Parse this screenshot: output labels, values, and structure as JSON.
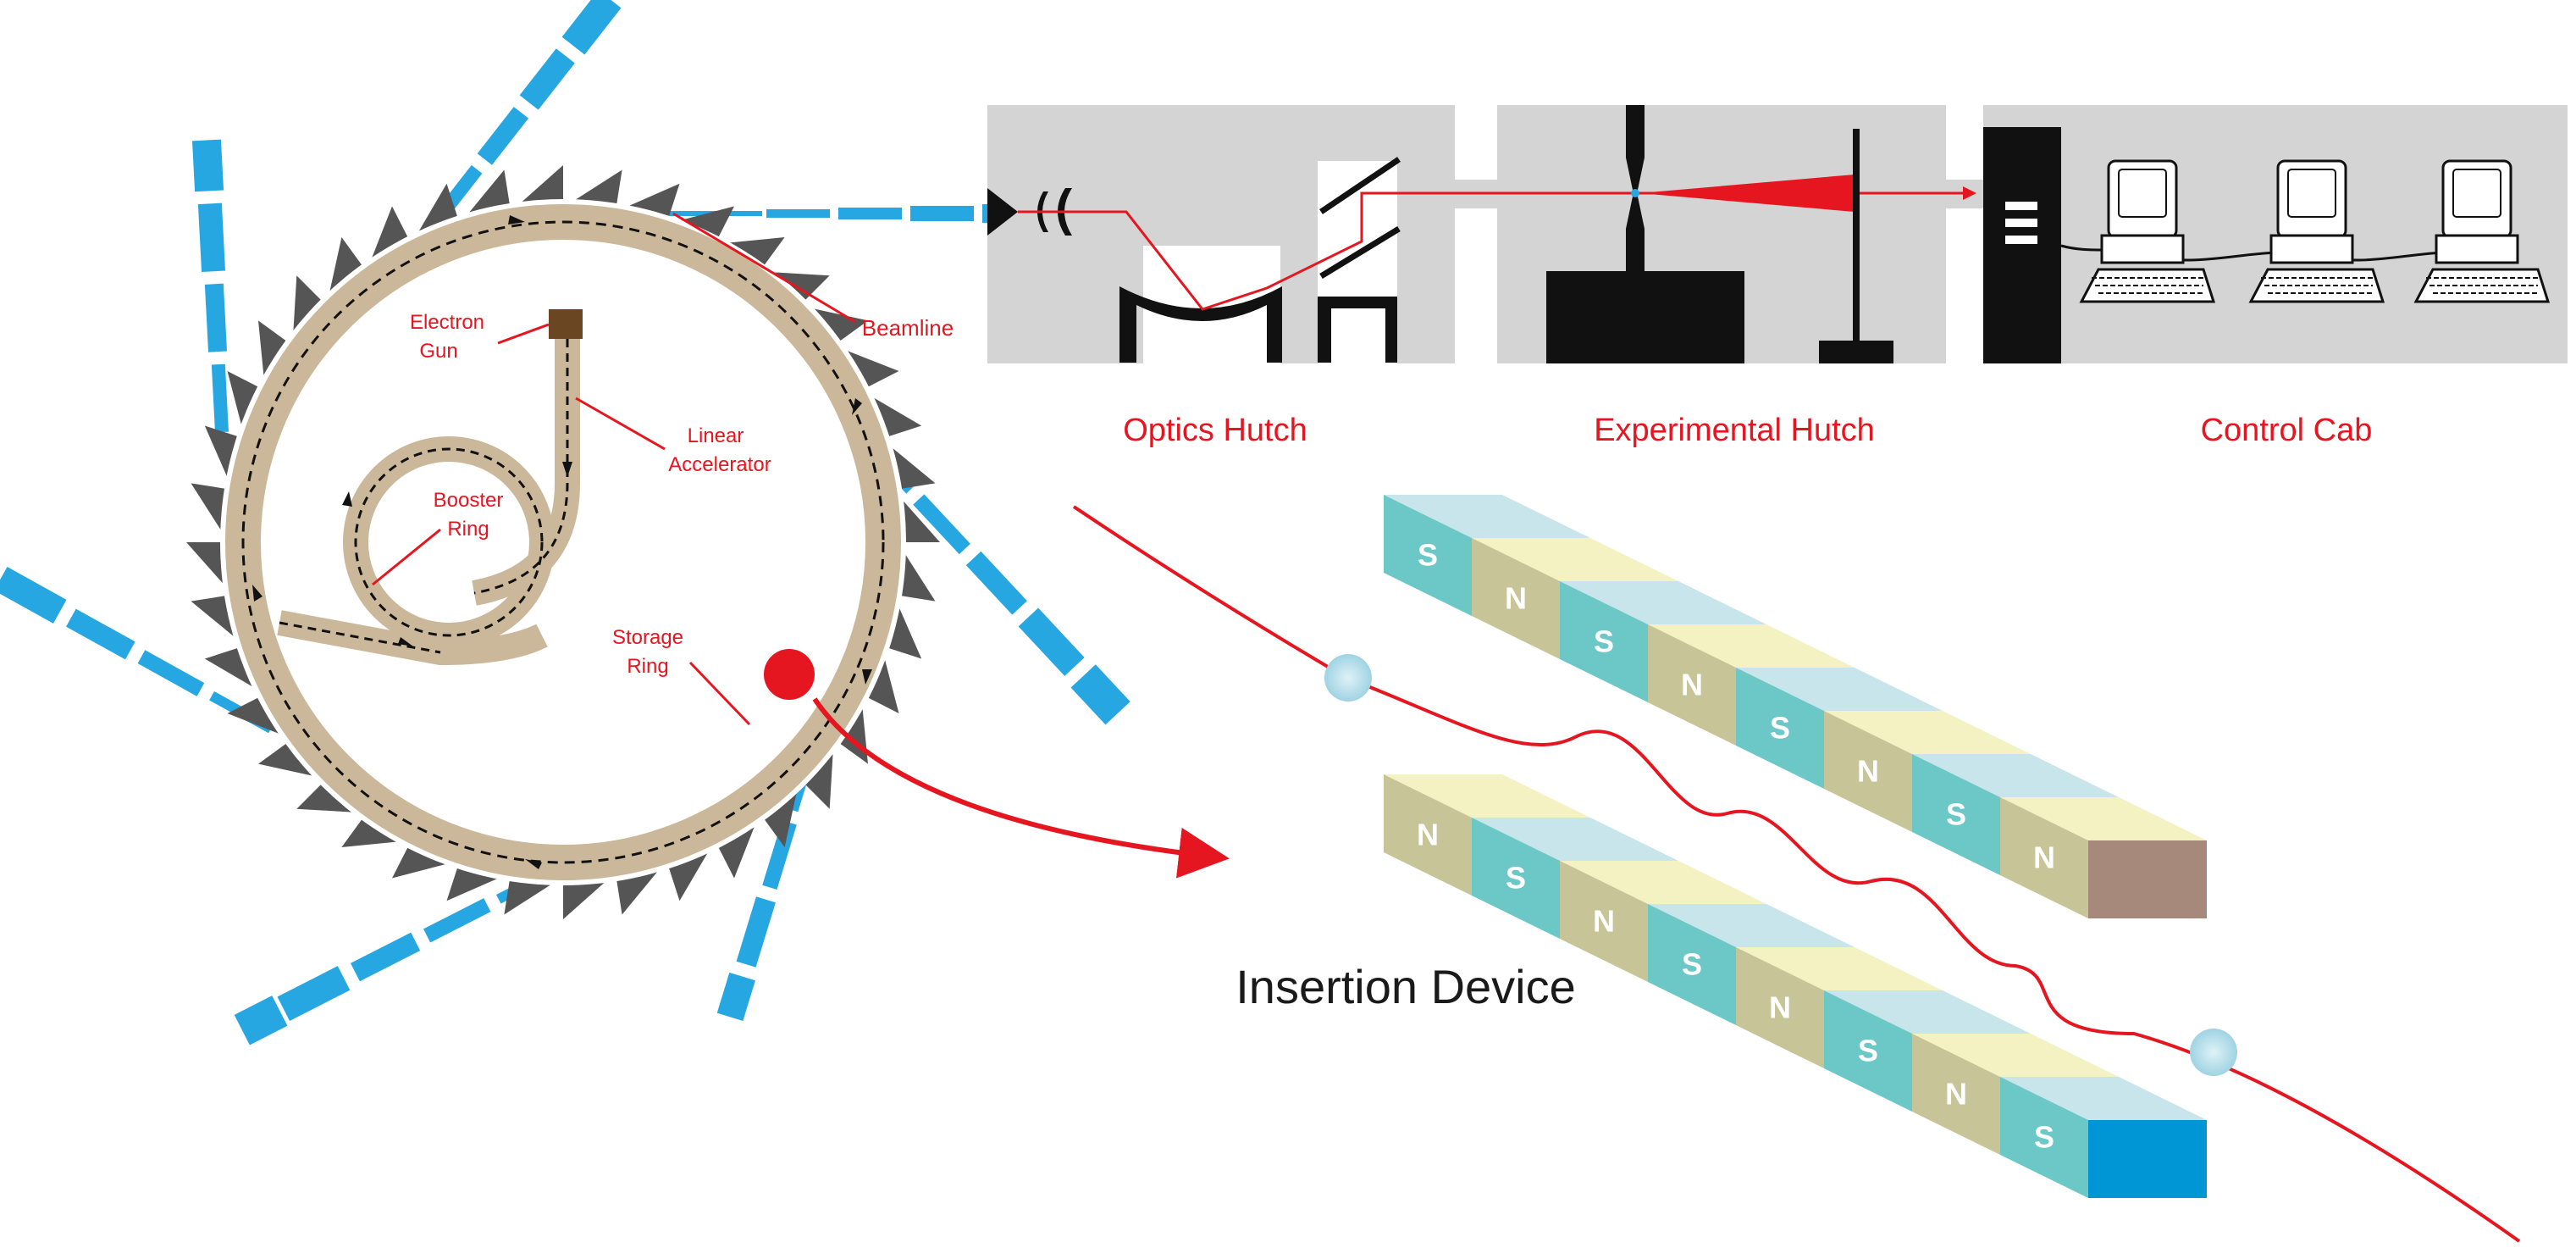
{
  "labels": {
    "electron_gun_1": "Electron",
    "electron_gun_2": "Gun",
    "linear_accel_1": "Linear",
    "linear_accel_2": "Accelerator",
    "booster_1": "Booster",
    "booster_2": "Ring",
    "storage_1": "Storage",
    "storage_2": "Ring",
    "beamline": "Beamline",
    "optics_hutch": "Optics Hutch",
    "experimental_hutch": "Experimental Hutch",
    "control_cab": "Control Cab",
    "insertion_device": "Insertion Device"
  },
  "magnets": {
    "top_row": [
      "S",
      "N",
      "S",
      "N",
      "S",
      "N",
      "S",
      "N"
    ],
    "bottom_row": [
      "N",
      "S",
      "N",
      "S",
      "N",
      "S",
      "N",
      "S"
    ]
  },
  "colors": {
    "red": "#e5161f",
    "beam_blue": "#27a7e1",
    "ring_tan": "#cbb89a",
    "ring_dark": "#555555",
    "magnet_teal": "#6cc7c7",
    "magnet_olive": "#c7c497",
    "hutch_grey": "#d4d4d4"
  }
}
